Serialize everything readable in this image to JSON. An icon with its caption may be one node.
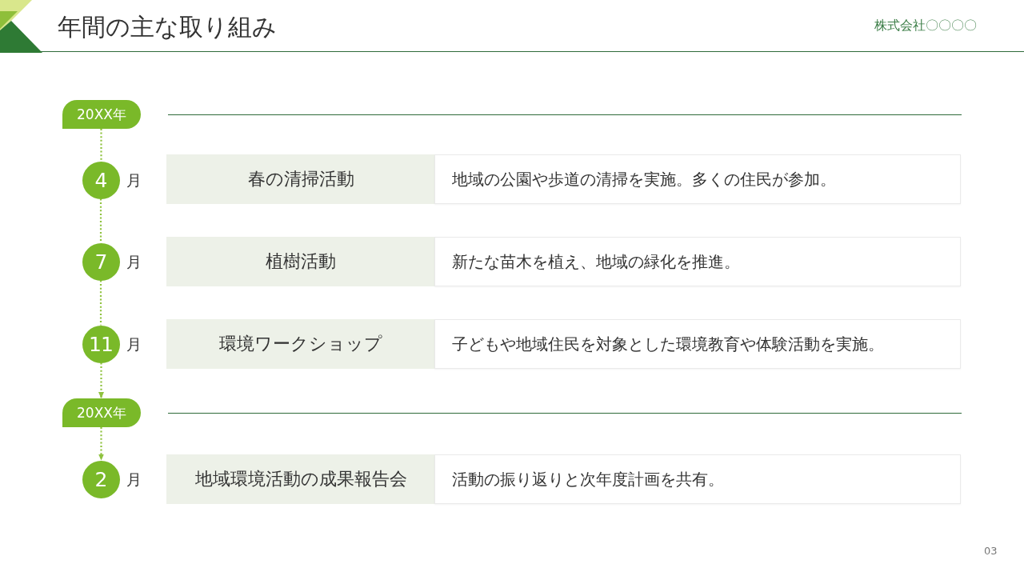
{
  "diagram": {
    "title": "年間の主な取り組み",
    "nodes": [
      {
        "text": [
          "20XX年"
        ]
      },
      {
        "text": [
          "4"
        ],
        "beside": [
          "月"
        ]
      },
      {
        "text": [
          "春の清掃活動"
        ]
      },
      {
        "text": [
          "地域の公園や歩道の清掃を実施。多くの住民が参加。"
        ]
      },
      {
        "text": [
          "7"
        ],
        "beside": [
          "月"
        ]
      },
      {
        "text": [
          "植樹活動"
        ]
      },
      {
        "text": [
          "新たな苗木を植え、地域の緑化を推進。"
        ]
      },
      {
        "text": [
          "11"
        ],
        "beside": [
          "月"
        ]
      },
      {
        "text": [
          "環境ワークショップ"
        ]
      },
      {
        "text": [
          "子どもや地域住民を対象とした環境教育や体験活動を実施。"
        ]
      },
      {
        "text": [
          "20XX年"
        ]
      },
      {
        "text": [
          "2"
        ],
        "beside": [
          "月"
        ]
      },
      {
        "text": [
          "地域環境活動の成果報告会"
        ]
      },
      {
        "text": [
          "活動の振り返りと次年度計画を共有。"
        ]
      }
    ],
    "edges": [
      {
        "from": 0,
        "to": 1,
        "arrow": "none",
        "style": "dashed"
      },
      {
        "from": 1,
        "to": 4,
        "arrow": "none",
        "style": "dashed"
      },
      {
        "from": 4,
        "to": 7,
        "arrow": "none",
        "style": "dashed"
      },
      {
        "from": 7,
        "to": 10,
        "arrow": "to",
        "style": "dashed"
      },
      {
        "from": 10,
        "to": 11,
        "arrow": "to",
        "style": "dashed"
      }
    ],
    "labels": [
      "株式会社〇〇〇〇",
      "03"
    ]
  }
}
